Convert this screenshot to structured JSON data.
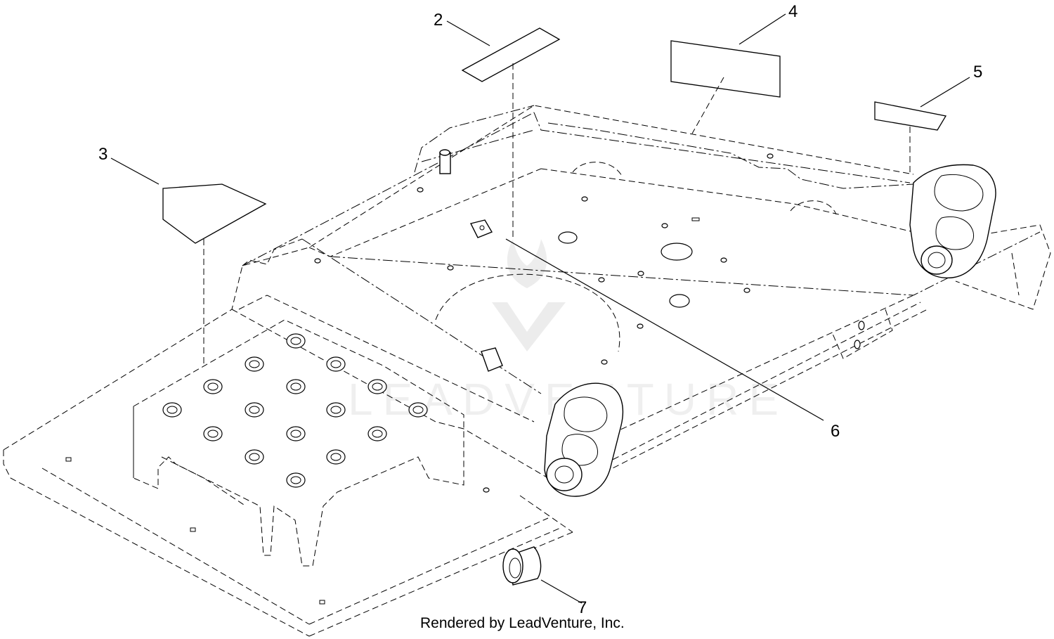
{
  "diagram": {
    "callouts": [
      {
        "id": "c2",
        "label": "2"
      },
      {
        "id": "c3",
        "label": "3"
      },
      {
        "id": "c4",
        "label": "4"
      },
      {
        "id": "c5",
        "label": "5"
      },
      {
        "id": "c6",
        "label": "6"
      },
      {
        "id": "c7",
        "label": "7"
      }
    ],
    "watermark": "LEADVENTURE",
    "footer": "Rendered by LeadVenture, Inc."
  }
}
